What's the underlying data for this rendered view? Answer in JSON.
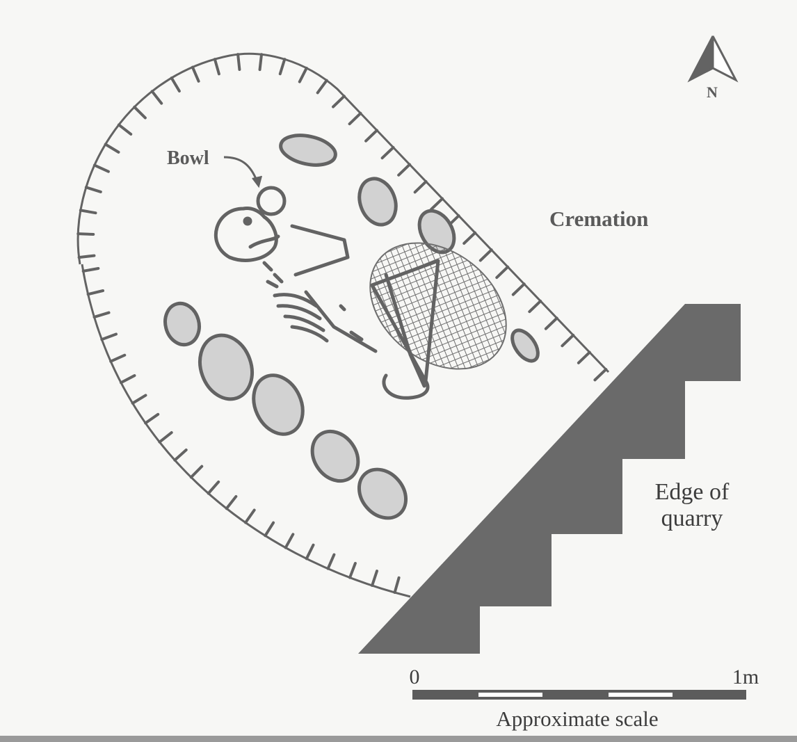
{
  "labels": {
    "bowl": "Bowl",
    "cremation": "Cremation",
    "quarry_line1": "Edge of",
    "quarry_line2": "quarry",
    "north": "N"
  },
  "scale": {
    "start": "0",
    "end": "1m",
    "caption": "Approximate scale"
  },
  "colors": {
    "ink": "#636363",
    "quarry": "#6a6a6a",
    "stone_fill": "#d2d2d2",
    "background": "#f7f7f5"
  }
}
